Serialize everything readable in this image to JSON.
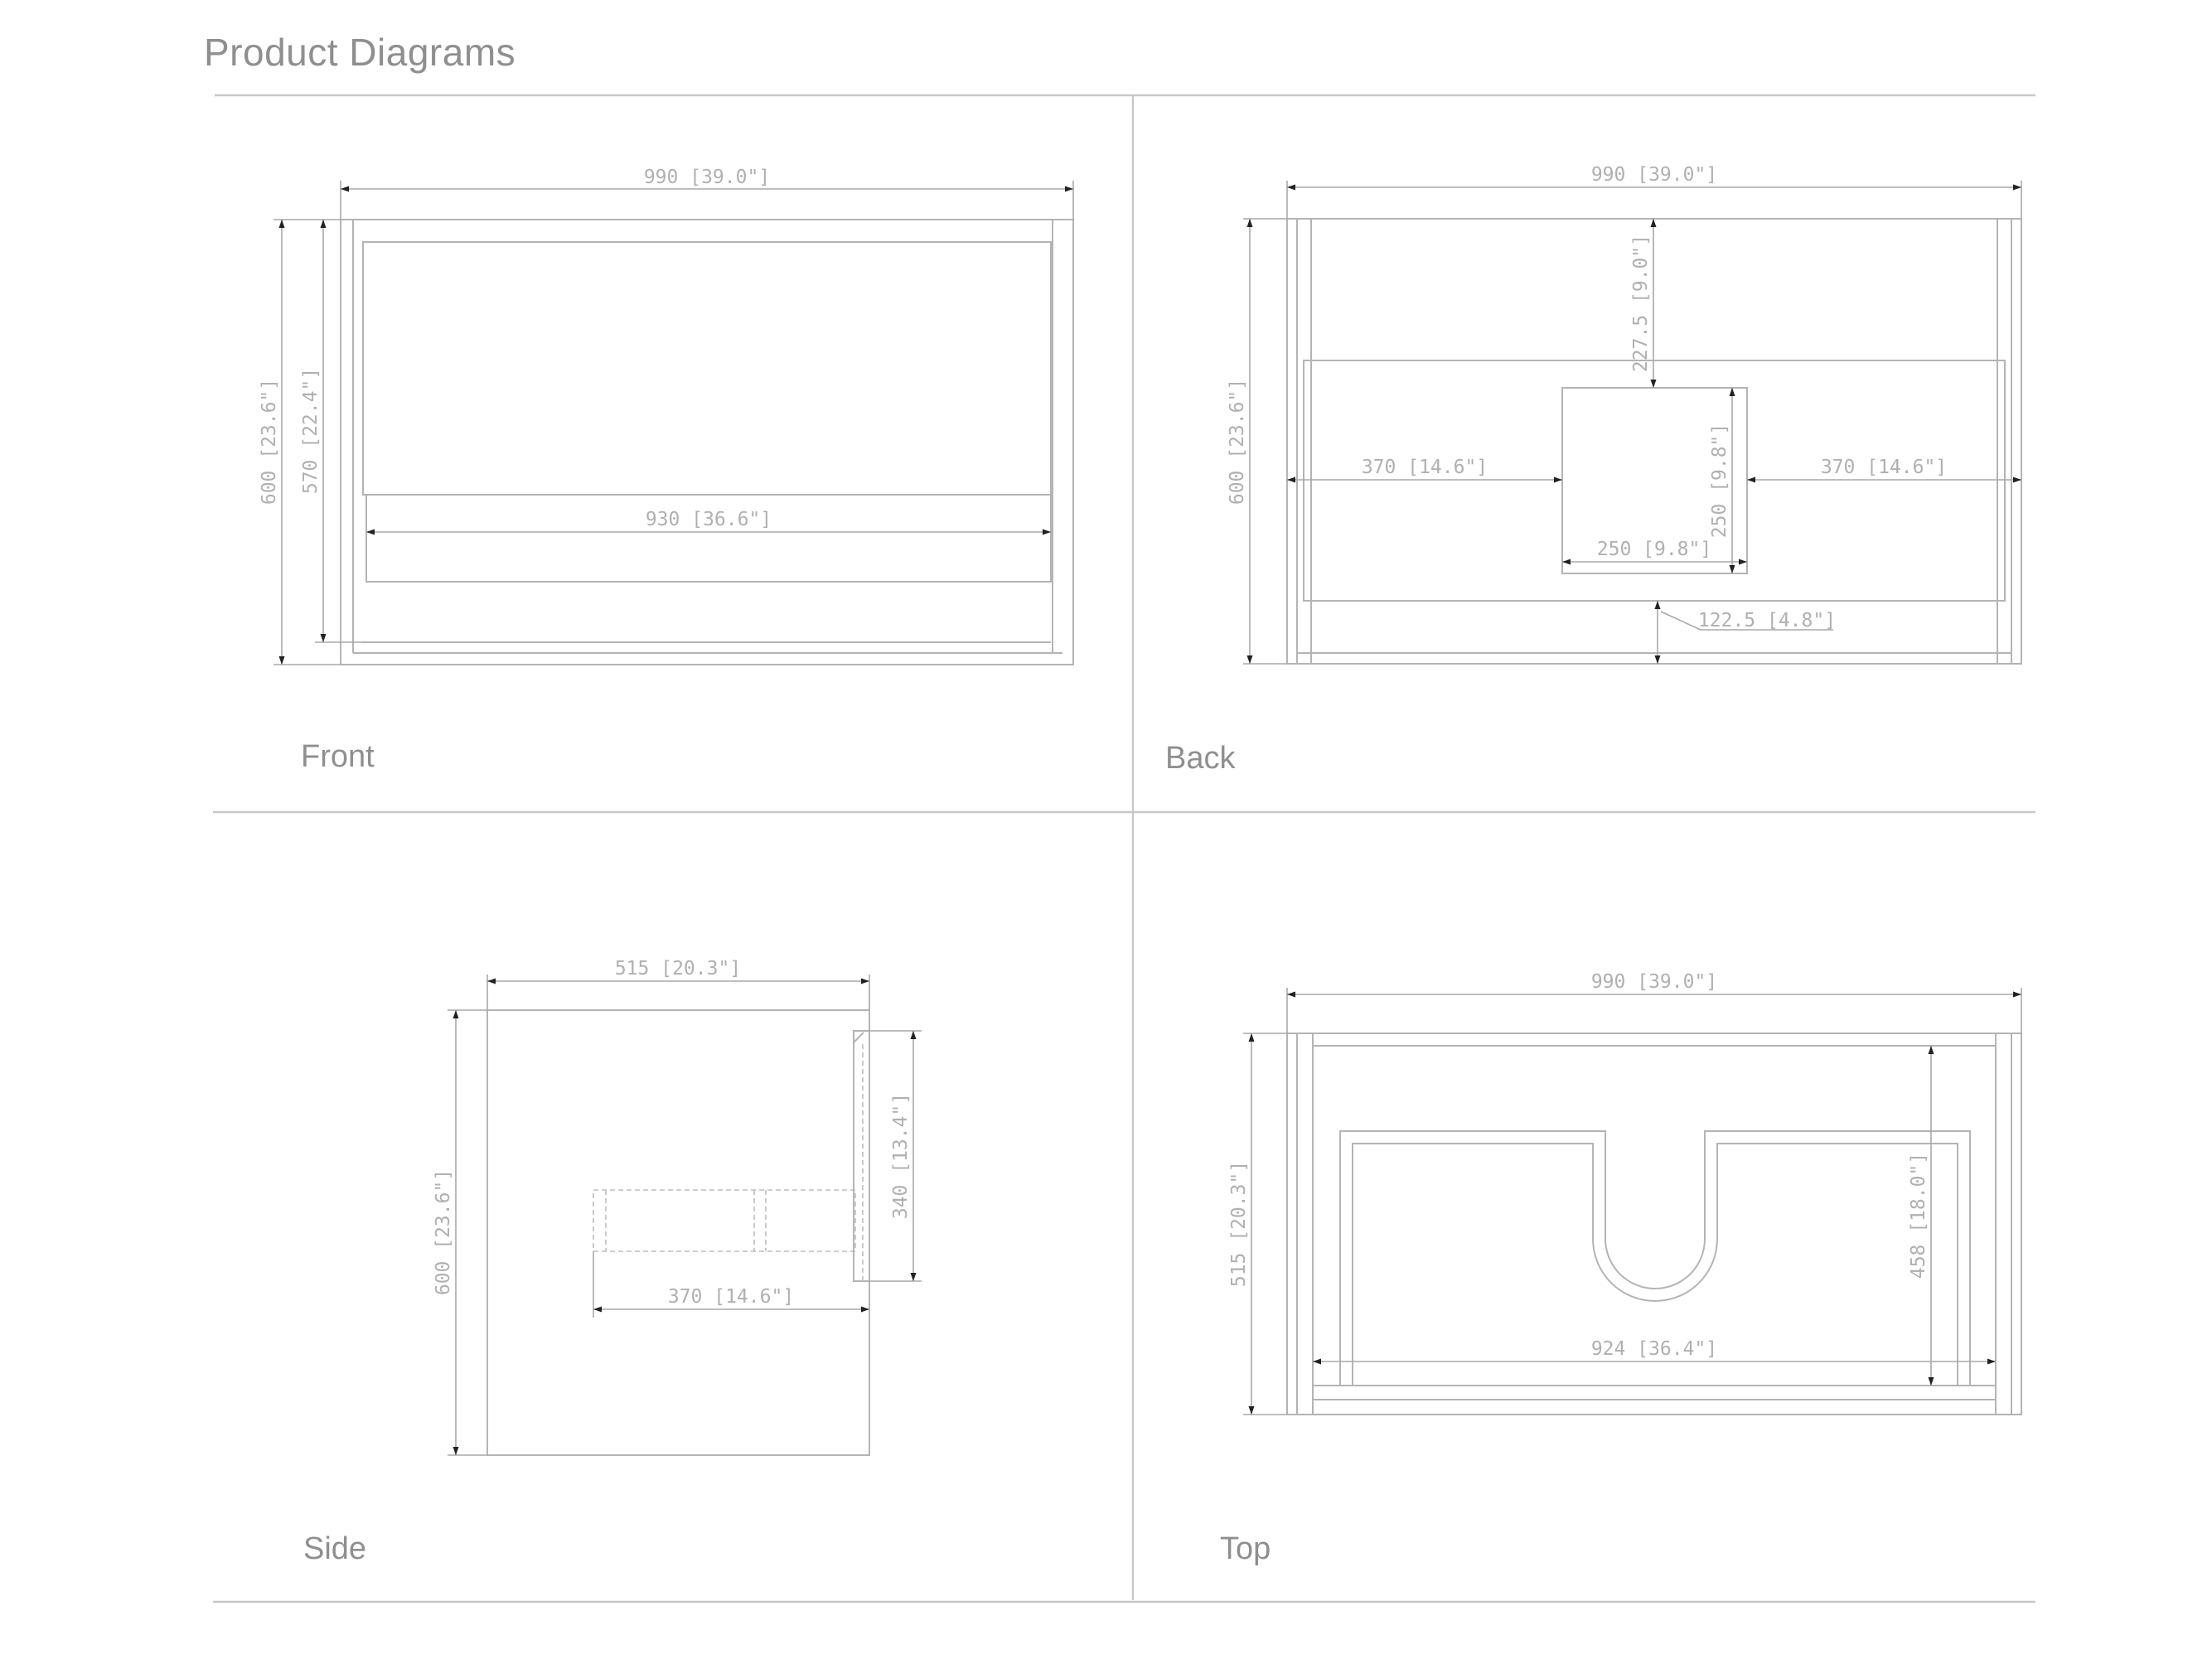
{
  "page": {
    "title": "Product Diagrams"
  },
  "panels": {
    "front": {
      "label": "Front",
      "dims": {
        "overall_width": "990 [39.0\"]",
        "overall_height": "600 [23.6\"]",
        "inner_height": "570 [22.4\"]",
        "drawer_width": "930 [36.6\"]"
      }
    },
    "back": {
      "label": "Back",
      "dims": {
        "overall_width": "990 [39.0\"]",
        "overall_height": "600 [23.6\"]",
        "top_offset": "227.5 [9.0\"]",
        "left_offset": "370 [14.6\"]",
        "right_offset": "370 [14.6\"]",
        "cutout_height": "250 [9.8\"]",
        "cutout_width": "250 [9.8\"]",
        "bottom_offset": "122.5 [4.8\"]"
      }
    },
    "side": {
      "label": "Side",
      "dims": {
        "overall_depth": "515 [20.3\"]",
        "overall_height": "600 [23.6\"]",
        "handle_height": "340 [13.4\"]",
        "drawer_depth": "370 [14.6\"]"
      }
    },
    "top": {
      "label": "Top",
      "dims": {
        "overall_width": "990 [39.0\"]",
        "overall_depth": "515 [20.3\"]",
        "inner_depth": "458 [18.0\"]",
        "inner_width": "924 [36.4\"]"
      }
    }
  },
  "colors": {
    "line": "#b4b4b4",
    "text": "#8f8f8f",
    "arrow": "#222222"
  }
}
